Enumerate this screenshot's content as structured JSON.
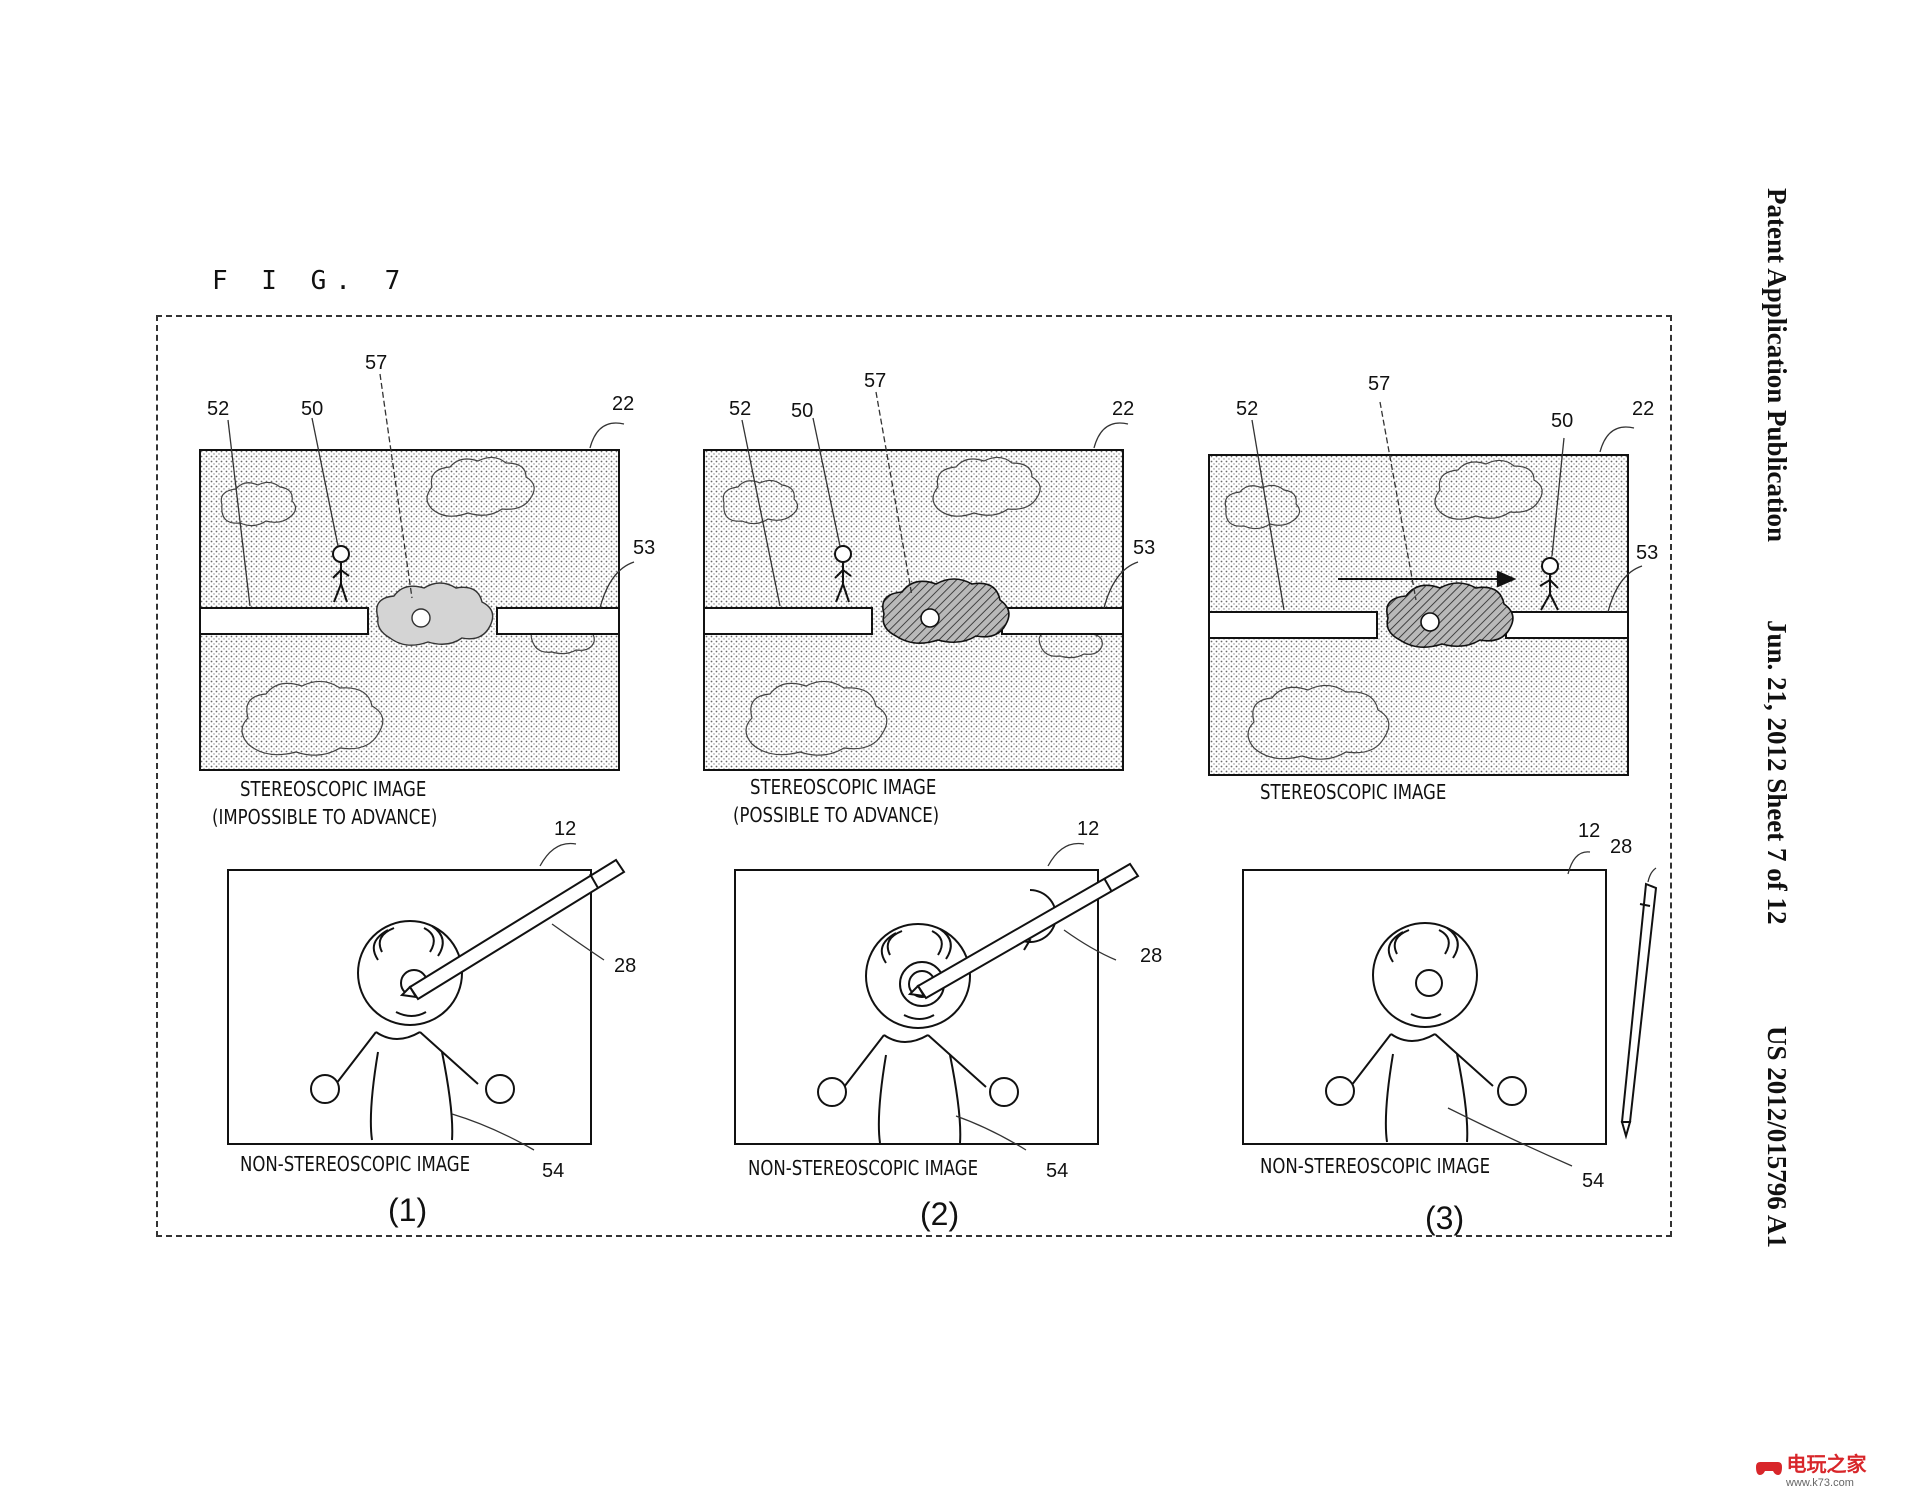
{
  "header": {
    "publication": "Patent Application Publication",
    "date_sheet": "Jun. 21, 2012  Sheet 7 of 12",
    "number": "US 2012/015796 A1"
  },
  "figure": {
    "title": "F I G.  7",
    "panels": [
      {
        "number": "(1)",
        "stereo_caption": "STEREOSCOPIC IMAGE",
        "stereo_subcaption": "(IMPOSSIBLE TO ADVANCE)",
        "nonstereo_caption": "NON-STEREOSCOPIC IMAGE",
        "refs": {
          "r52": "52",
          "r50": "50",
          "r57": "57",
          "r22": "22",
          "r53": "53",
          "r12": "12",
          "r28": "28",
          "r54": "54"
        }
      },
      {
        "number": "(2)",
        "stereo_caption": "STEREOSCOPIC IMAGE",
        "stereo_subcaption": "(POSSIBLE TO ADVANCE)",
        "nonstereo_caption": "NON-STEREOSCOPIC IMAGE",
        "refs": {
          "r52": "52",
          "r50": "50",
          "r57": "57",
          "r22": "22",
          "r53": "53",
          "r12": "12",
          "r28": "28",
          "r54": "54"
        }
      },
      {
        "number": "(3)",
        "stereo_caption": "STEREOSCOPIC IMAGE",
        "stereo_subcaption": "",
        "nonstereo_caption": "NON-STEREOSCOPIC IMAGE",
        "refs": {
          "r52": "52",
          "r50": "50",
          "r57": "57",
          "r22": "22",
          "r53": "53",
          "r12": "12",
          "r28": "28",
          "r54": "54"
        }
      }
    ]
  },
  "watermark": {
    "brand": "电玩之家",
    "url": "www.k73.com"
  }
}
